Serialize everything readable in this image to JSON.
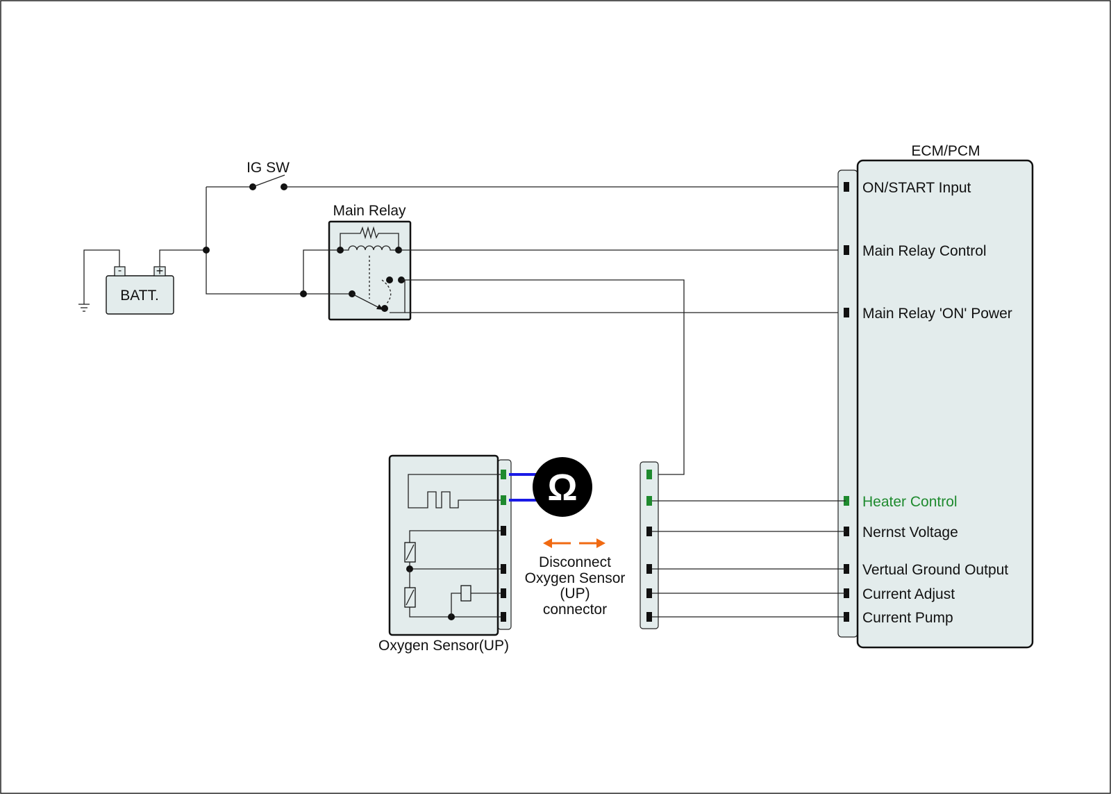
{
  "colors": {
    "background": "#ffffff",
    "module_fill": "#e3ecec",
    "wire": "#222222",
    "highlight_pin": "#1e8a2e",
    "meter_lead": "#1a1ae6",
    "disconnect_arrow": "#f06a12",
    "meter_body": "#000000"
  },
  "labels": {
    "ig_sw": "IG SW",
    "main_relay": "Main Relay",
    "battery": "BATT.",
    "battery_minus": "-",
    "battery_plus": "+",
    "ecm": "ECM/PCM",
    "oxygen_sensor": "Oxygen Sensor(UP)",
    "ohm_symbol": "Ω",
    "disconnect_note": [
      "Disconnect",
      "Oxygen Sensor",
      "(UP)",
      "connector"
    ]
  },
  "ecm_pins": [
    {
      "label": "ON/START Input",
      "highlight": false
    },
    {
      "label": "Main Relay Control",
      "highlight": false
    },
    {
      "label": "Main Relay 'ON' Power",
      "highlight": false
    },
    {
      "label": "Heater Control",
      "highlight": true
    },
    {
      "label": "Nernst Voltage",
      "highlight": false
    },
    {
      "label": "Vertual Ground Output",
      "highlight": false
    },
    {
      "label": "Current Adjust",
      "highlight": false
    },
    {
      "label": "Current Pump",
      "highlight": false
    }
  ],
  "icons": {
    "ohmmeter": "ohmmeter-icon",
    "ground": "ground-icon",
    "switch": "switch-icon",
    "coil": "relay-coil-icon",
    "resistor": "resistor-icon",
    "heater": "heater-element-icon"
  }
}
